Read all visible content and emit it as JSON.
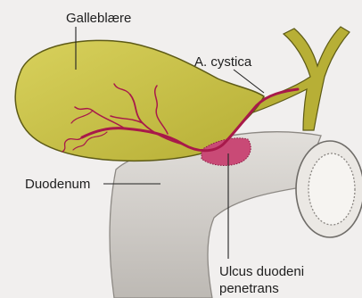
{
  "labels": {
    "gallbladder": "Galleblære",
    "cystic_artery": "A. cystica",
    "duodenum": "Duodenum",
    "ulcer_line1": "Ulcus duodeni",
    "ulcer_line2": "penetrans"
  },
  "colors": {
    "background": "#f1efee",
    "gallbladder_fill": "#c9c24a",
    "gallbladder_stroke": "#5d5a16",
    "duct_fill": "#b9b13a",
    "artery": "#a8194a",
    "ulcer": "#c94a76",
    "duodenum_fill": "#d3d0cc",
    "duodenum_stroke": "#777470",
    "leader_line": "#222222"
  }
}
